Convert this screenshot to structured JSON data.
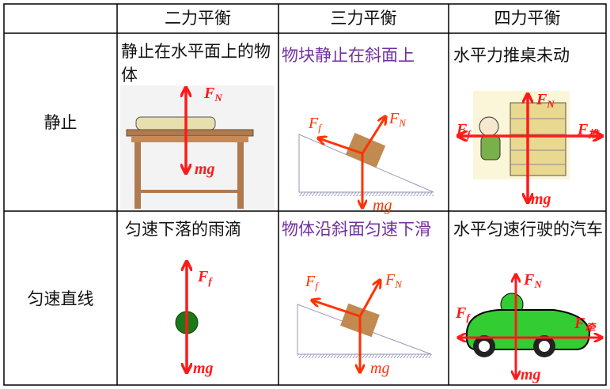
{
  "headers": [
    "",
    "二力平衡",
    "三力平衡",
    "四力平衡"
  ],
  "rows": [
    {
      "label": "静止",
      "cells": [
        "静止在水平面上的物体",
        "物块静止在斜面上",
        "水平力推桌未动"
      ]
    },
    {
      "label": "匀速直线",
      "cells": [
        "匀速下落的雨滴",
        "物体沿斜面匀速下滑",
        "水平匀速行驶的汽车"
      ]
    }
  ],
  "forces": {
    "F": "F",
    "N": "N",
    "f": "f",
    "mg": "mg",
    "push": "推",
    "pull": "牵"
  },
  "colors": {
    "force": "#ff1a1a",
    "highlight_text": "#7030a0",
    "ball": "#1a7a1a",
    "car": "#33cc33"
  }
}
